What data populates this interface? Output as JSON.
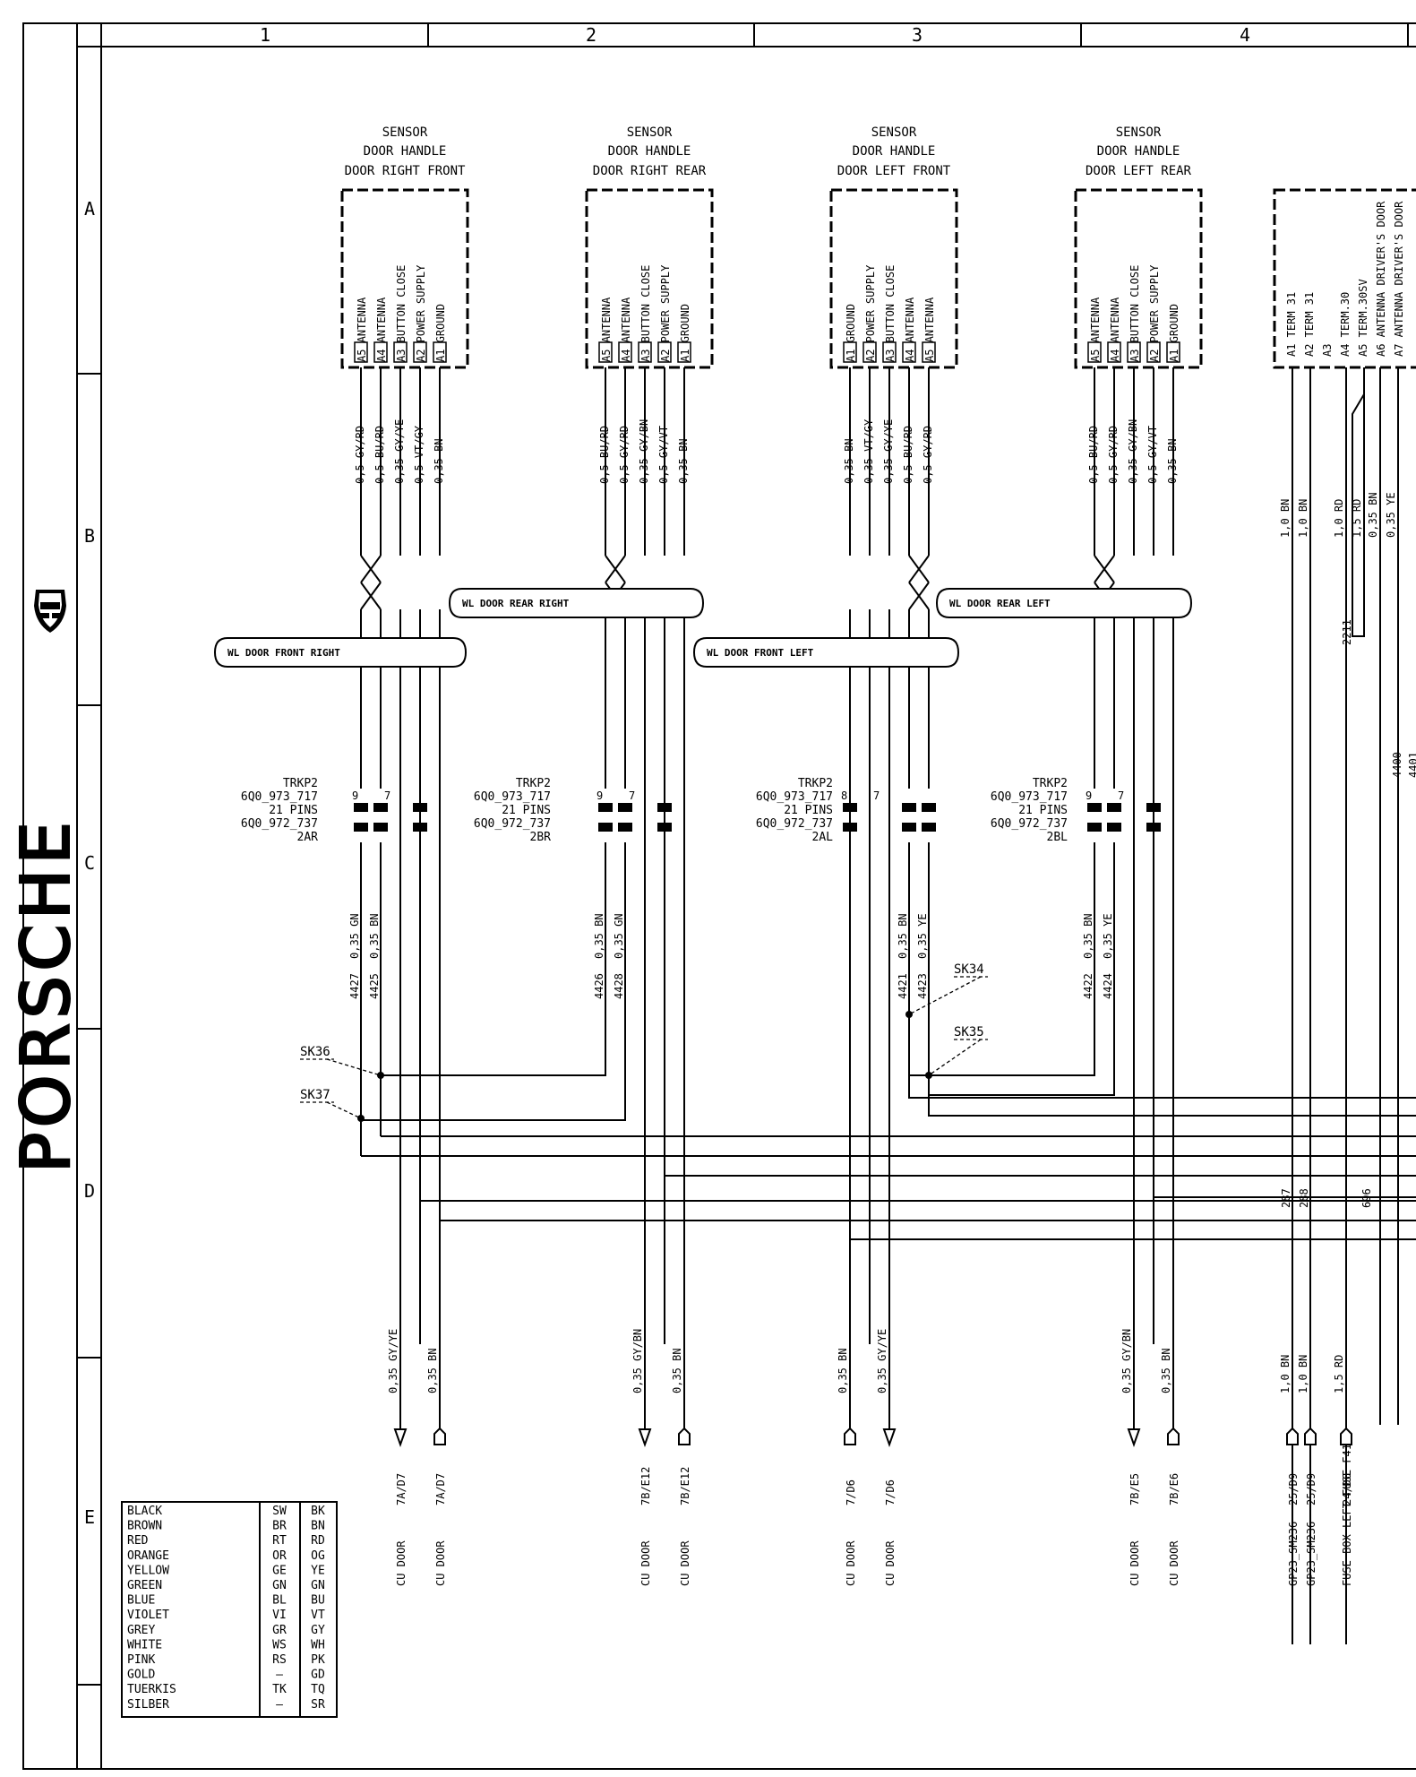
{
  "brand": {
    "name": "PORSCHE"
  },
  "grid": {
    "columns": [
      "1",
      "2",
      "3",
      "4"
    ],
    "rows": [
      "A",
      "B",
      "C",
      "D",
      "E"
    ]
  },
  "sensors": [
    {
      "title1": "SENSOR",
      "title2": "DOOR HANDLE",
      "title3": "DOOR RIGHT FRONT",
      "pins": [
        "A5 ANTENNA",
        "A4 ANTENNA",
        "A3 BUTTON CLOSE",
        "A2 POWER SUPPLY",
        "A1 GROUND"
      ],
      "wires": [
        "0,5 GY/RD",
        "0,5 BU/RD",
        "0,35 GY/YE",
        "0,5 VT/GY",
        "0,35 BN"
      ]
    },
    {
      "title1": "SENSOR",
      "title2": "DOOR HANDLE",
      "title3": "DOOR RIGHT  REAR",
      "pins": [
        "A5 ANTENNA",
        "A4 ANTENNA",
        "A3 BUTTON CLOSE",
        "A2 POWER SUPPLY",
        "A1 GROUND"
      ],
      "wires": [
        "0,5 BU/RD",
        "0,5 GY/RD",
        "0,35 GY/BN",
        "0,5 GY/VT",
        "0,35 BN"
      ]
    },
    {
      "title1": "SENSOR",
      "title2": "DOOR HANDLE",
      "title3": "DOOR LEFT FRONT",
      "pins": [
        "A1 GROUND",
        "A2 POWER SUPPLY",
        "A3 BUTTON CLOSE",
        "A4 ANTENNA",
        "A5 ANTENNA"
      ],
      "wires": [
        "0,35 BN",
        "0,35 VT/GY",
        "0,35 GY/YE",
        "0,5 BU/RD",
        "0,5 GY/RD"
      ]
    },
    {
      "title1": "SENSOR",
      "title2": "DOOR HANDLE",
      "title3": "DOOR LEFT REAR",
      "pins": [
        "A5 ANTENNA",
        "A4 ANTENNA",
        "A3 BUTTON CLOSE",
        "A2 POWER SUPPLY",
        "A1 GROUND"
      ],
      "wires": [
        "0,5 BU/RD",
        "0,5 GY/RD",
        "0,35 GY/BN",
        "0,5 GY/VT",
        "0,35 BN"
      ]
    }
  ],
  "right_unit": {
    "pins": [
      "A1 TERM 31",
      "A2 TERM 31",
      "A3",
      "A4 TERM.30",
      "A5 TERM.30SV",
      "A6 ANTENNA DRIVER'S DOOR",
      "A7 ANTENNA DRIVER'S DOOR"
    ],
    "wires": [
      "1,0 BN",
      "1,0 BN",
      "1,0 RD",
      "1,5 RD",
      "0,35 BN",
      "0,35 YE"
    ],
    "splice": "2211",
    "wire_ids": [
      "4400",
      "4401"
    ]
  },
  "harness_labels": [
    "WL DOOR FRONT RIGHT",
    "WL DOOR REAR RIGHT",
    "WL DOOR  FRONT LEFT",
    "WL DOOR REAR LEFT"
  ],
  "connectors": [
    {
      "code": "TRKP2",
      "part1": "6Q0_973_717",
      "pins": "21 PINS",
      "part2": "6Q0_972_737",
      "id": "2AR"
    },
    {
      "code": "TRKP2",
      "part1": "6Q0_973_717",
      "pins": "21 PINS",
      "part2": "6Q0_972_737",
      "id": "2BR"
    },
    {
      "code": "TRKP2",
      "part1": "6Q0_973_717",
      "pins": "21 PINS",
      "part2": "6Q0_972_737",
      "id": "2AL"
    },
    {
      "code": "TRKP2",
      "part1": "6Q0_973_717",
      "pins": "21 PINS",
      "part2": "6Q0_972_737",
      "id": "2BL"
    }
  ],
  "conn_pins": {
    "p9": "9",
    "p7": "7",
    "p8": "8"
  },
  "lower_wires": [
    {
      "id": "4427",
      "wire": "0,35 GN"
    },
    {
      "id": "4425",
      "wire": "0,35 BN"
    },
    {
      "id": "4426",
      "wire": "0,35 BN"
    },
    {
      "id": "4428",
      "wire": "0,35 GN"
    },
    {
      "id": "4421",
      "wire": "0,35 BN"
    },
    {
      "id": "4423",
      "wire": "0,35 YE"
    },
    {
      "id": "4422",
      "wire": "0,35 BN"
    },
    {
      "id": "4424",
      "wire": "0,35 YE"
    }
  ],
  "splices": [
    "SK36",
    "SK37",
    "SK34",
    "SK35"
  ],
  "terminals": [
    {
      "wire": "0,35 GY/YE",
      "loc": "7A/D7",
      "dest": "CU DOOR"
    },
    {
      "wire": "0,35 BN",
      "loc": "7A/D7",
      "dest": "CU DOOR"
    },
    {
      "wire": "0,35 GY/BN",
      "loc": "7B/E12",
      "dest": "CU DOOR"
    },
    {
      "wire": "0,35 BN",
      "loc": "7B/E12",
      "dest": "CU DOOR"
    },
    {
      "wire": "0,35 BN",
      "loc": "7/D6",
      "dest": "CU DOOR"
    },
    {
      "wire": "0,35 GY/YE",
      "loc": "7/D6",
      "dest": "CU DOOR"
    },
    {
      "wire": "0,35 GY/BN",
      "loc": "7B/E5",
      "dest": "CU DOOR"
    },
    {
      "wire": "0,35 BN",
      "loc": "7B/E6",
      "dest": "CU DOOR"
    },
    {
      "wire": "1,0 BN",
      "loc": "25/D9",
      "dest": "GP23_SM236",
      "id": "287"
    },
    {
      "wire": "1,0 BN",
      "loc": "25/D9",
      "dest": "GP23_SM236",
      "id": "288"
    },
    {
      "wire": "1,5 RD",
      "loc": "24/D6",
      "dest": "FUSE BOX  LEFT  FUSE F41",
      "id": "696"
    }
  ],
  "color_legend": [
    [
      "BLACK",
      "SW",
      "BK"
    ],
    [
      "BROWN",
      "BR",
      "BN"
    ],
    [
      "RED",
      "RT",
      "RD"
    ],
    [
      "ORANGE",
      "OR",
      "OG"
    ],
    [
      "YELLOW",
      "GE",
      "YE"
    ],
    [
      "GREEN",
      "GN",
      "GN"
    ],
    [
      "BLUE",
      "BL",
      "BU"
    ],
    [
      "VIOLET",
      "VI",
      "VT"
    ],
    [
      "GREY",
      "GR",
      "GY"
    ],
    [
      "WHITE",
      "WS",
      "WH"
    ],
    [
      "PINK",
      "RS",
      "PK"
    ],
    [
      "GOLD",
      "—",
      "GD"
    ],
    [
      "TUERKIS",
      "TK",
      "TQ"
    ],
    [
      "SILBER",
      "—",
      "SR"
    ]
  ]
}
